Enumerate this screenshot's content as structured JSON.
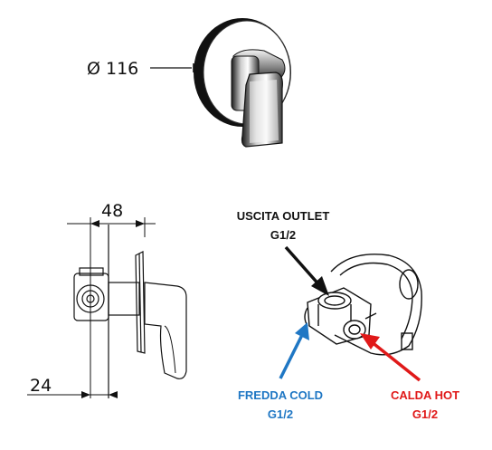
{
  "dimensions": {
    "diameter": "Ø 116",
    "width": "48",
    "depth": "24"
  },
  "labels": {
    "outlet": {
      "line1": "USCITA OUTLET",
      "line2": "G1/2"
    },
    "cold": {
      "line1": "FREDDA COLD",
      "line2": "G1/2"
    },
    "hot": {
      "line1": "CALDA HOT",
      "line2": "G1/2"
    }
  },
  "colors": {
    "outlet": "#111111",
    "cold": "#1f77c4",
    "hot": "#e01919"
  }
}
